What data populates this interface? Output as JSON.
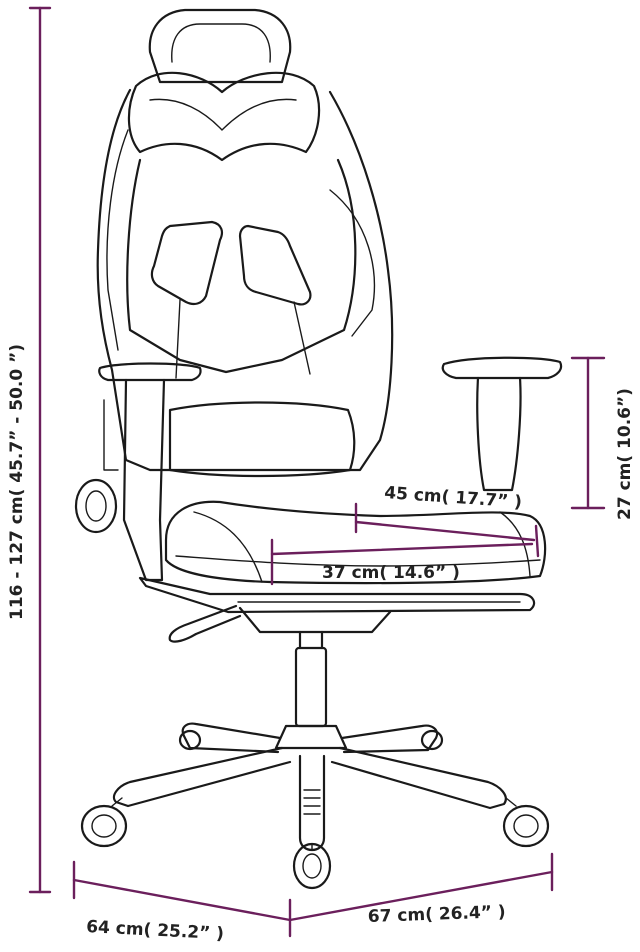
{
  "colors": {
    "dimension_line": "#6b1f5c",
    "outline": "#1a1a1a",
    "label": "#222222"
  },
  "dimensions": {
    "total_height": "116 - 127 cm( 45.7” - 50.0 ”)",
    "armrest_height": "27 cm( 10.6”)",
    "seat_depth": "45 cm( 17.7” )",
    "seat_width": "37 cm( 14.6” )",
    "base_depth": "64 cm( 25.2” )",
    "base_width": "67 cm( 26.4” )"
  }
}
